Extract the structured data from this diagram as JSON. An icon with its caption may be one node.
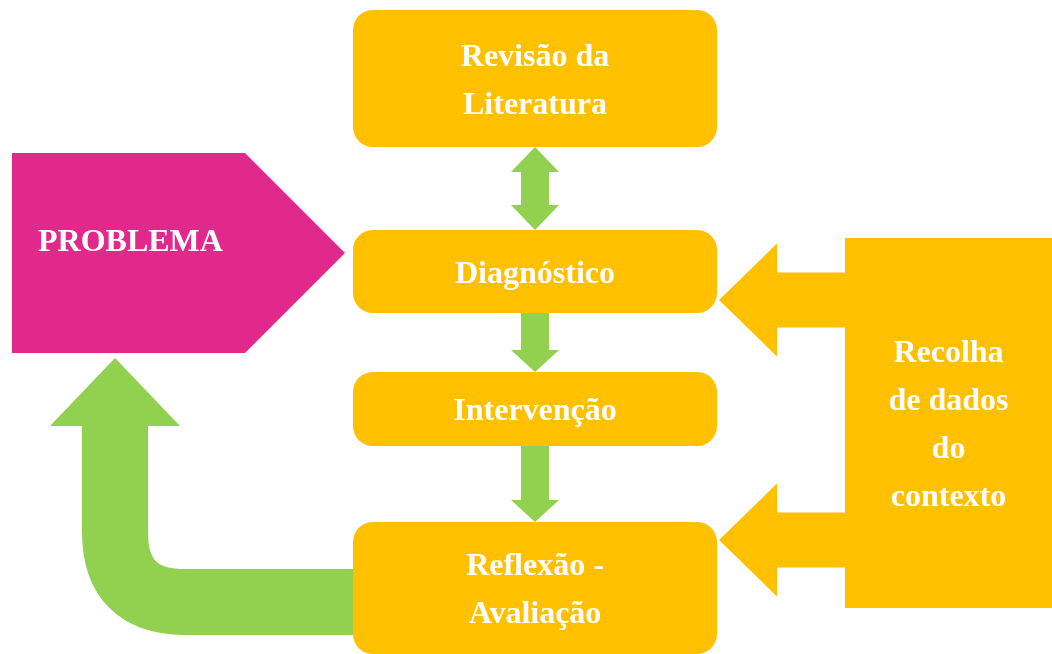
{
  "diagram": {
    "nodes": [
      {
        "text": [
          "PROBLEMA"
        ]
      },
      {
        "text": [
          "Revisão da Literatura"
        ]
      },
      {
        "text": [
          "Diagnóstico"
        ]
      },
      {
        "text": [
          "Intervenção"
        ]
      },
      {
        "text": [
          "Reflexão - Avaliação"
        ]
      },
      {
        "text": [
          "Recolha de dados do contexto"
        ]
      }
    ],
    "edges": [
      {
        "from": 1,
        "to": 2,
        "arrow": "both"
      },
      {
        "from": 2,
        "to": 3,
        "arrow": "to"
      },
      {
        "from": 3,
        "to": 4,
        "arrow": "to"
      },
      {
        "from": 4,
        "to": 0,
        "arrow": "to",
        "style": "thick"
      },
      {
        "from": 5,
        "to": 2,
        "arrow": "to",
        "style": "thick",
        "color": "#ffc000"
      },
      {
        "from": 5,
        "to": 4,
        "arrow": "to",
        "style": "thick",
        "color": "#ffc000"
      }
    ]
  }
}
